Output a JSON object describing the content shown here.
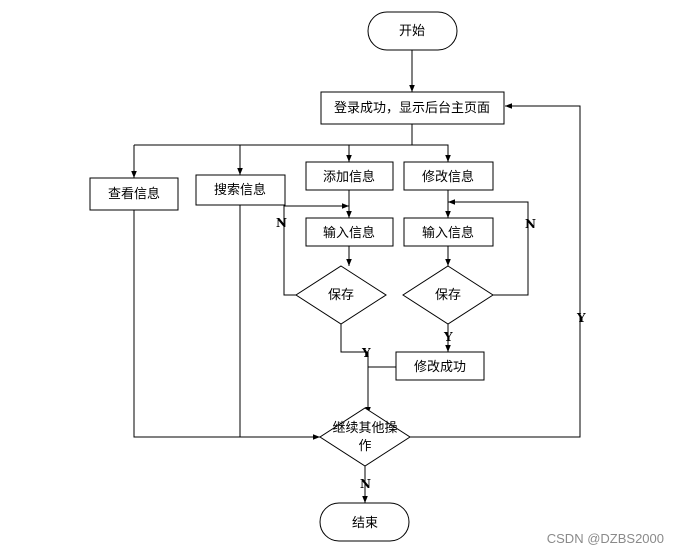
{
  "nodes": {
    "start": "开始",
    "login": "登录成功，显示后台主页面",
    "view": "查看信息",
    "search": "搜索信息",
    "add": "添加信息",
    "modify": "修改信息",
    "input_add": "输入信息",
    "input_modify": "输入信息",
    "save_add": "保存",
    "save_modify": "保存",
    "modify_success": "修改成功",
    "continue_line1": "继续其他操",
    "continue_line2": "作",
    "end": "结束"
  },
  "edge_labels": {
    "add_no": "N",
    "add_yes": "Y",
    "modify_no": "N",
    "modify_yes": "Y",
    "continue_yes": "Y",
    "continue_no": "N"
  },
  "watermark": "CSDN @DZBS2000"
}
